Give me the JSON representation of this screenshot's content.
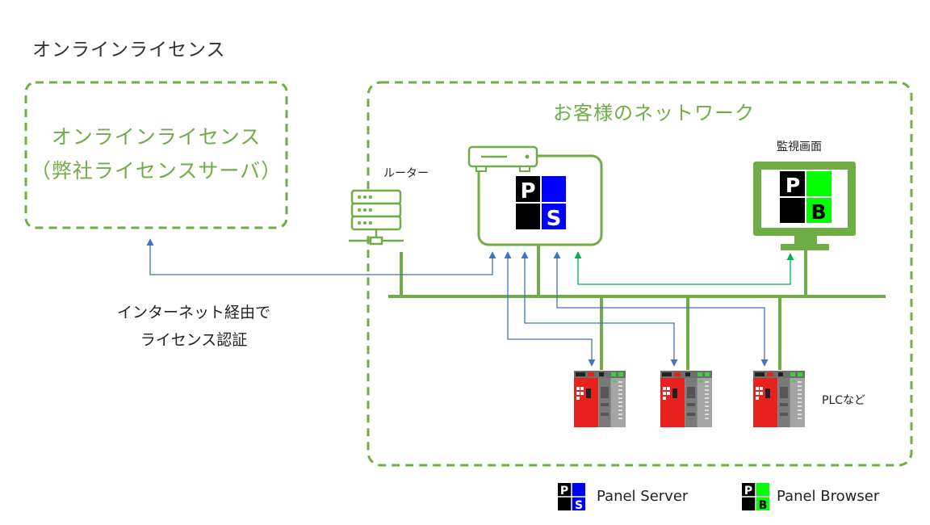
{
  "title": "オンラインライセンス",
  "license_box": {
    "line1": "オンラインライセンス",
    "line2": "（弊社ライセンスサーバ）"
  },
  "network_box": {
    "label": "お客様のネットワーク"
  },
  "router": {
    "label": "ルーター"
  },
  "monitor": {
    "label": "監視画面"
  },
  "internet_note": {
    "line1": "インターネット経由で",
    "line2": "ライセンス認証"
  },
  "plc": {
    "label": "PLCなど"
  },
  "logos": {
    "ps": {
      "top_left": "P",
      "bottom_right": "S",
      "color": "#0000ff"
    },
    "pb": {
      "top_left": "P",
      "bottom_right": "B",
      "color": "#00ff00"
    }
  },
  "legend": {
    "panel_server": "Panel Server",
    "panel_browser": "Panel Browser"
  },
  "colors": {
    "green": "#70ad47",
    "blue_arrow": "#4472c4",
    "green_arrow": "#00b050",
    "plc_red": "#e8211f"
  }
}
